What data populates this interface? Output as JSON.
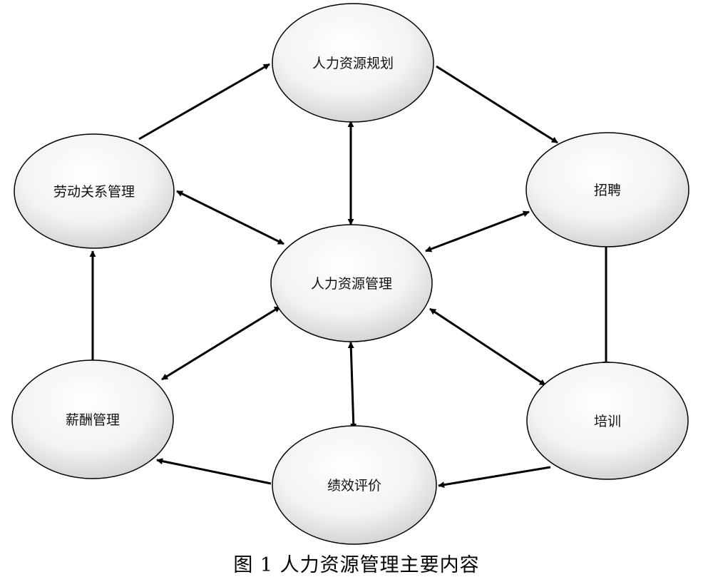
{
  "nodes": {
    "center": "人力资源管理",
    "planning": "人力资源规划",
    "recruitment": "招聘",
    "training": "培训",
    "performance": "绩效评价",
    "compensation": "薪酬管理",
    "labor_relations": "劳动关系管理"
  },
  "caption": "图 1  人力资源管理主要内容"
}
